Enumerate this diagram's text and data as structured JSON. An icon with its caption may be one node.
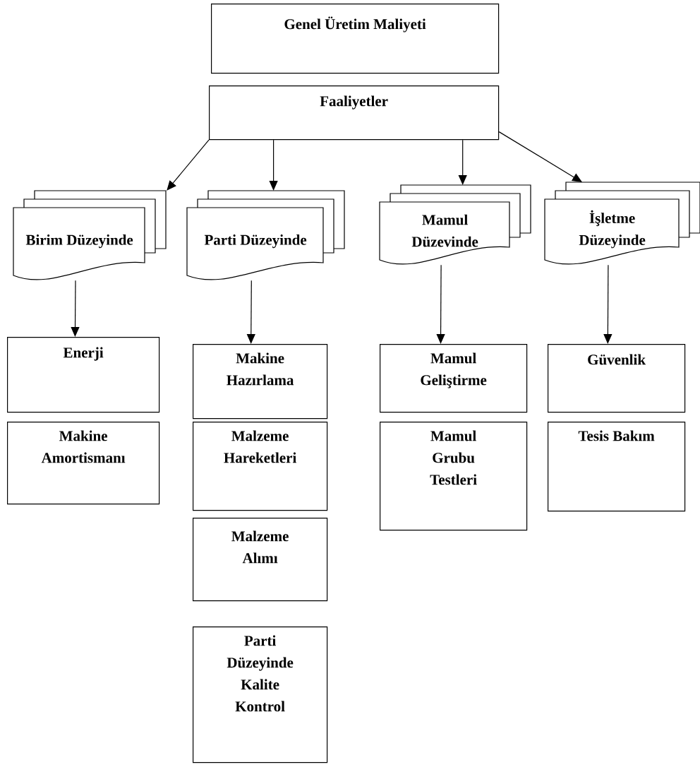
{
  "diagram": {
    "nodes": [
      {
        "text": [
          "Genel Üretim Maliyeti"
        ]
      },
      {
        "text": [
          "Faaliyetler"
        ]
      },
      {
        "text": [
          "Birim Düzeyinde"
        ]
      },
      {
        "text": [
          "Parti Düzeyinde"
        ]
      },
      {
        "text": [
          "Mamul Düzevinde"
        ]
      },
      {
        "text": [
          "İşletme Düzeyinde"
        ]
      },
      {
        "text": [
          "Enerji"
        ]
      },
      {
        "text": [
          "Makine Amortismanı"
        ]
      },
      {
        "text": [
          "Makine Hazırlama"
        ]
      },
      {
        "text": [
          "Malzeme Hareketleri"
        ]
      },
      {
        "text": [
          "Malzeme Alımı"
        ]
      },
      {
        "text": [
          "Parti Düzeyinde Kalite Kontrol"
        ]
      },
      {
        "text": [
          "Mamul Geliştirme"
        ]
      },
      {
        "text": [
          "Mamul Grubu Testleri"
        ]
      },
      {
        "text": [
          "Güvenlik"
        ]
      },
      {
        "text": [
          "Tesis Bakım"
        ]
      }
    ],
    "edges": [
      {
        "from": 1,
        "to": 2,
        "arrow": "to"
      },
      {
        "from": 1,
        "to": 3,
        "arrow": "to"
      },
      {
        "from": 1,
        "to": 4,
        "arrow": "to"
      },
      {
        "from": 1,
        "to": 5,
        "arrow": "to"
      },
      {
        "from": 2,
        "to": 6,
        "arrow": "to"
      },
      {
        "from": 3,
        "to": 8,
        "arrow": "to"
      },
      {
        "from": 4,
        "to": 12,
        "arrow": "to"
      },
      {
        "from": 5,
        "to": 14,
        "arrow": "to"
      }
    ]
  }
}
